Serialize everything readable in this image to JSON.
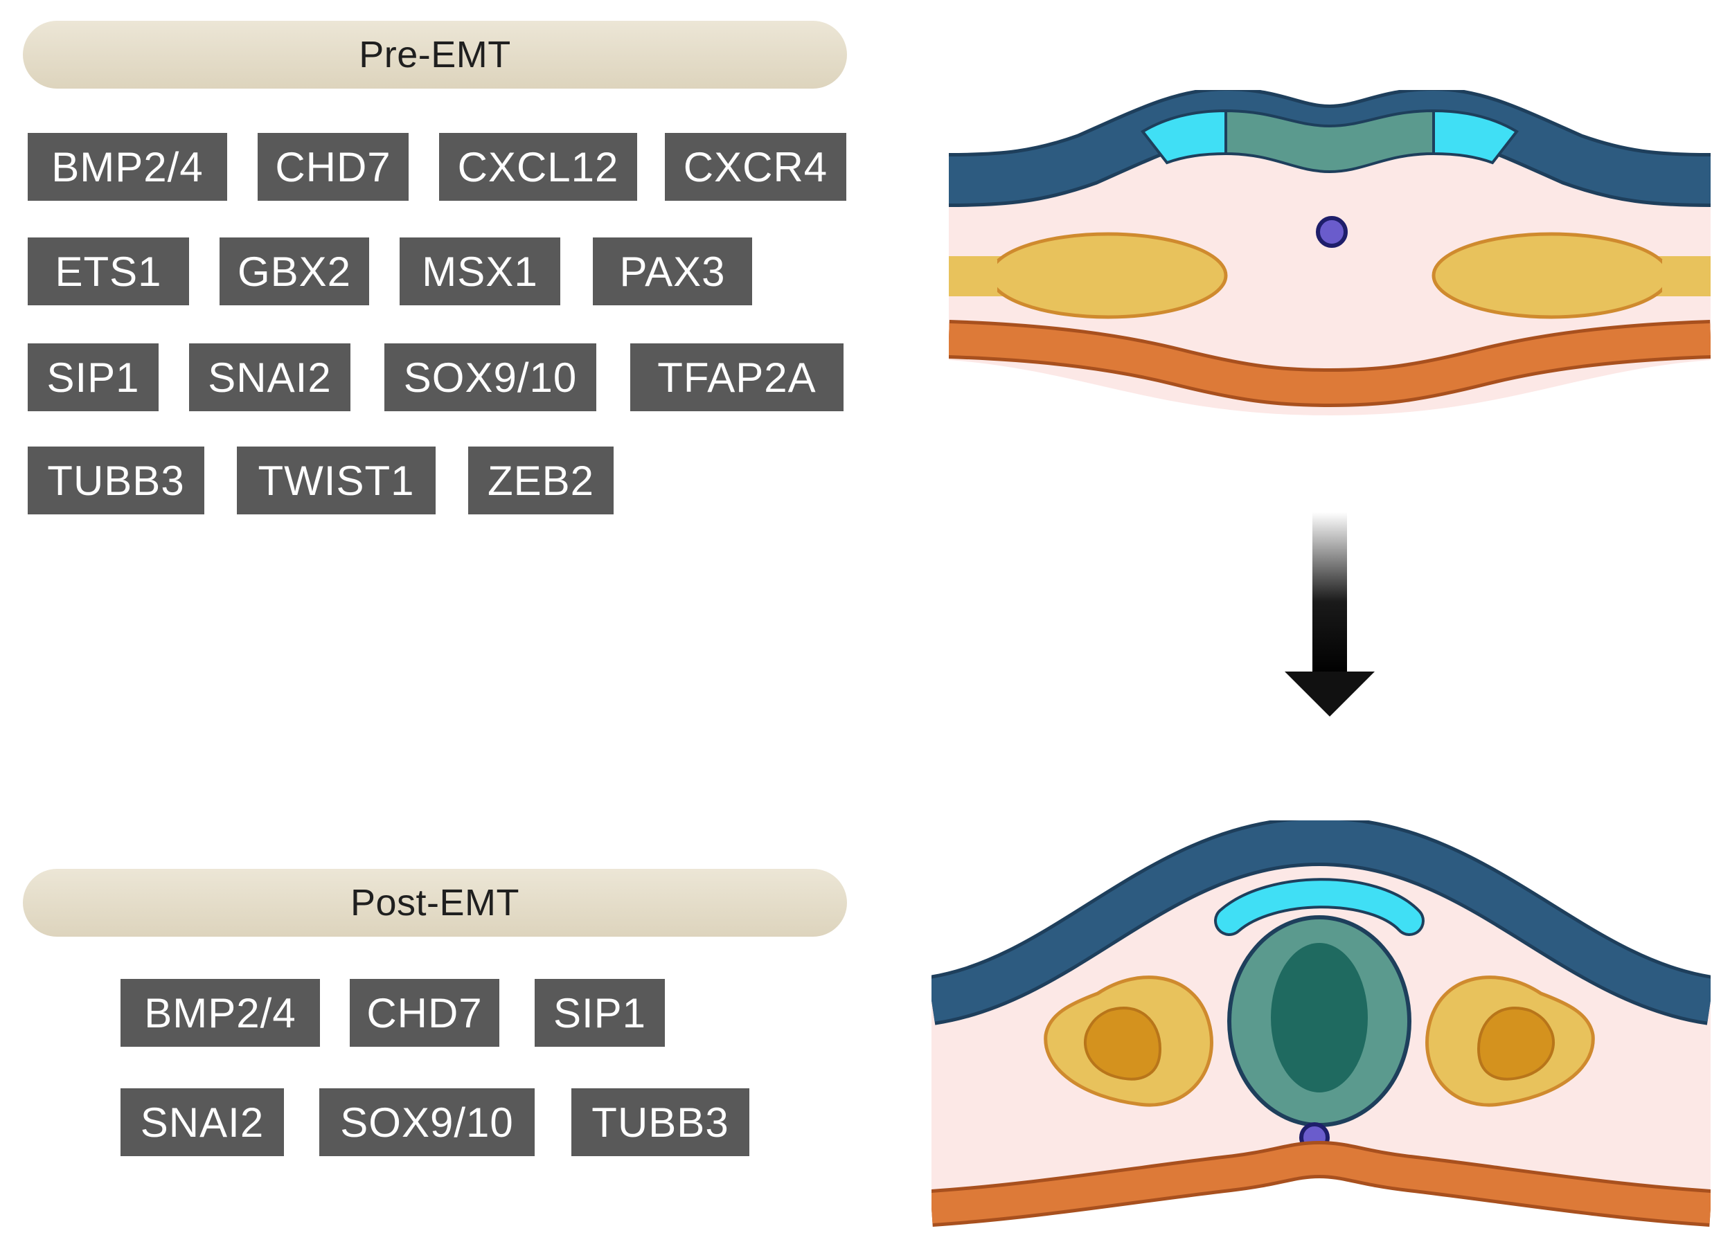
{
  "pre_emt": {
    "label": "Pre-EMT",
    "genes": [
      "BMP2/4",
      "CHD7",
      "CXCL12",
      "CXCR4",
      "ETS1",
      "GBX2",
      "MSX1",
      "PAX3",
      "SIP1",
      "SNAI2",
      "SOX9/10",
      "TFAP2A",
      "TUBB3",
      "TWIST1",
      "ZEB2"
    ]
  },
  "post_emt": {
    "label": "Post-EMT",
    "genes": [
      "BMP2/4",
      "CHD7",
      "SIP1",
      "SNAI2",
      "SOX9/10",
      "TUBB3"
    ]
  },
  "colors": {
    "gene_box": "#595959",
    "ectoderm": "#2d5b80",
    "neural_crest": "#40dff5",
    "neural_plate": "#5b9a8e",
    "neural_tube_lumen": "#1f6a60",
    "mesoderm": "#e8c25c",
    "somite_core": "#d4921e",
    "endoderm": "#dd7a38",
    "notochord": "#6a5ccc",
    "interior": "#fce8e6"
  }
}
